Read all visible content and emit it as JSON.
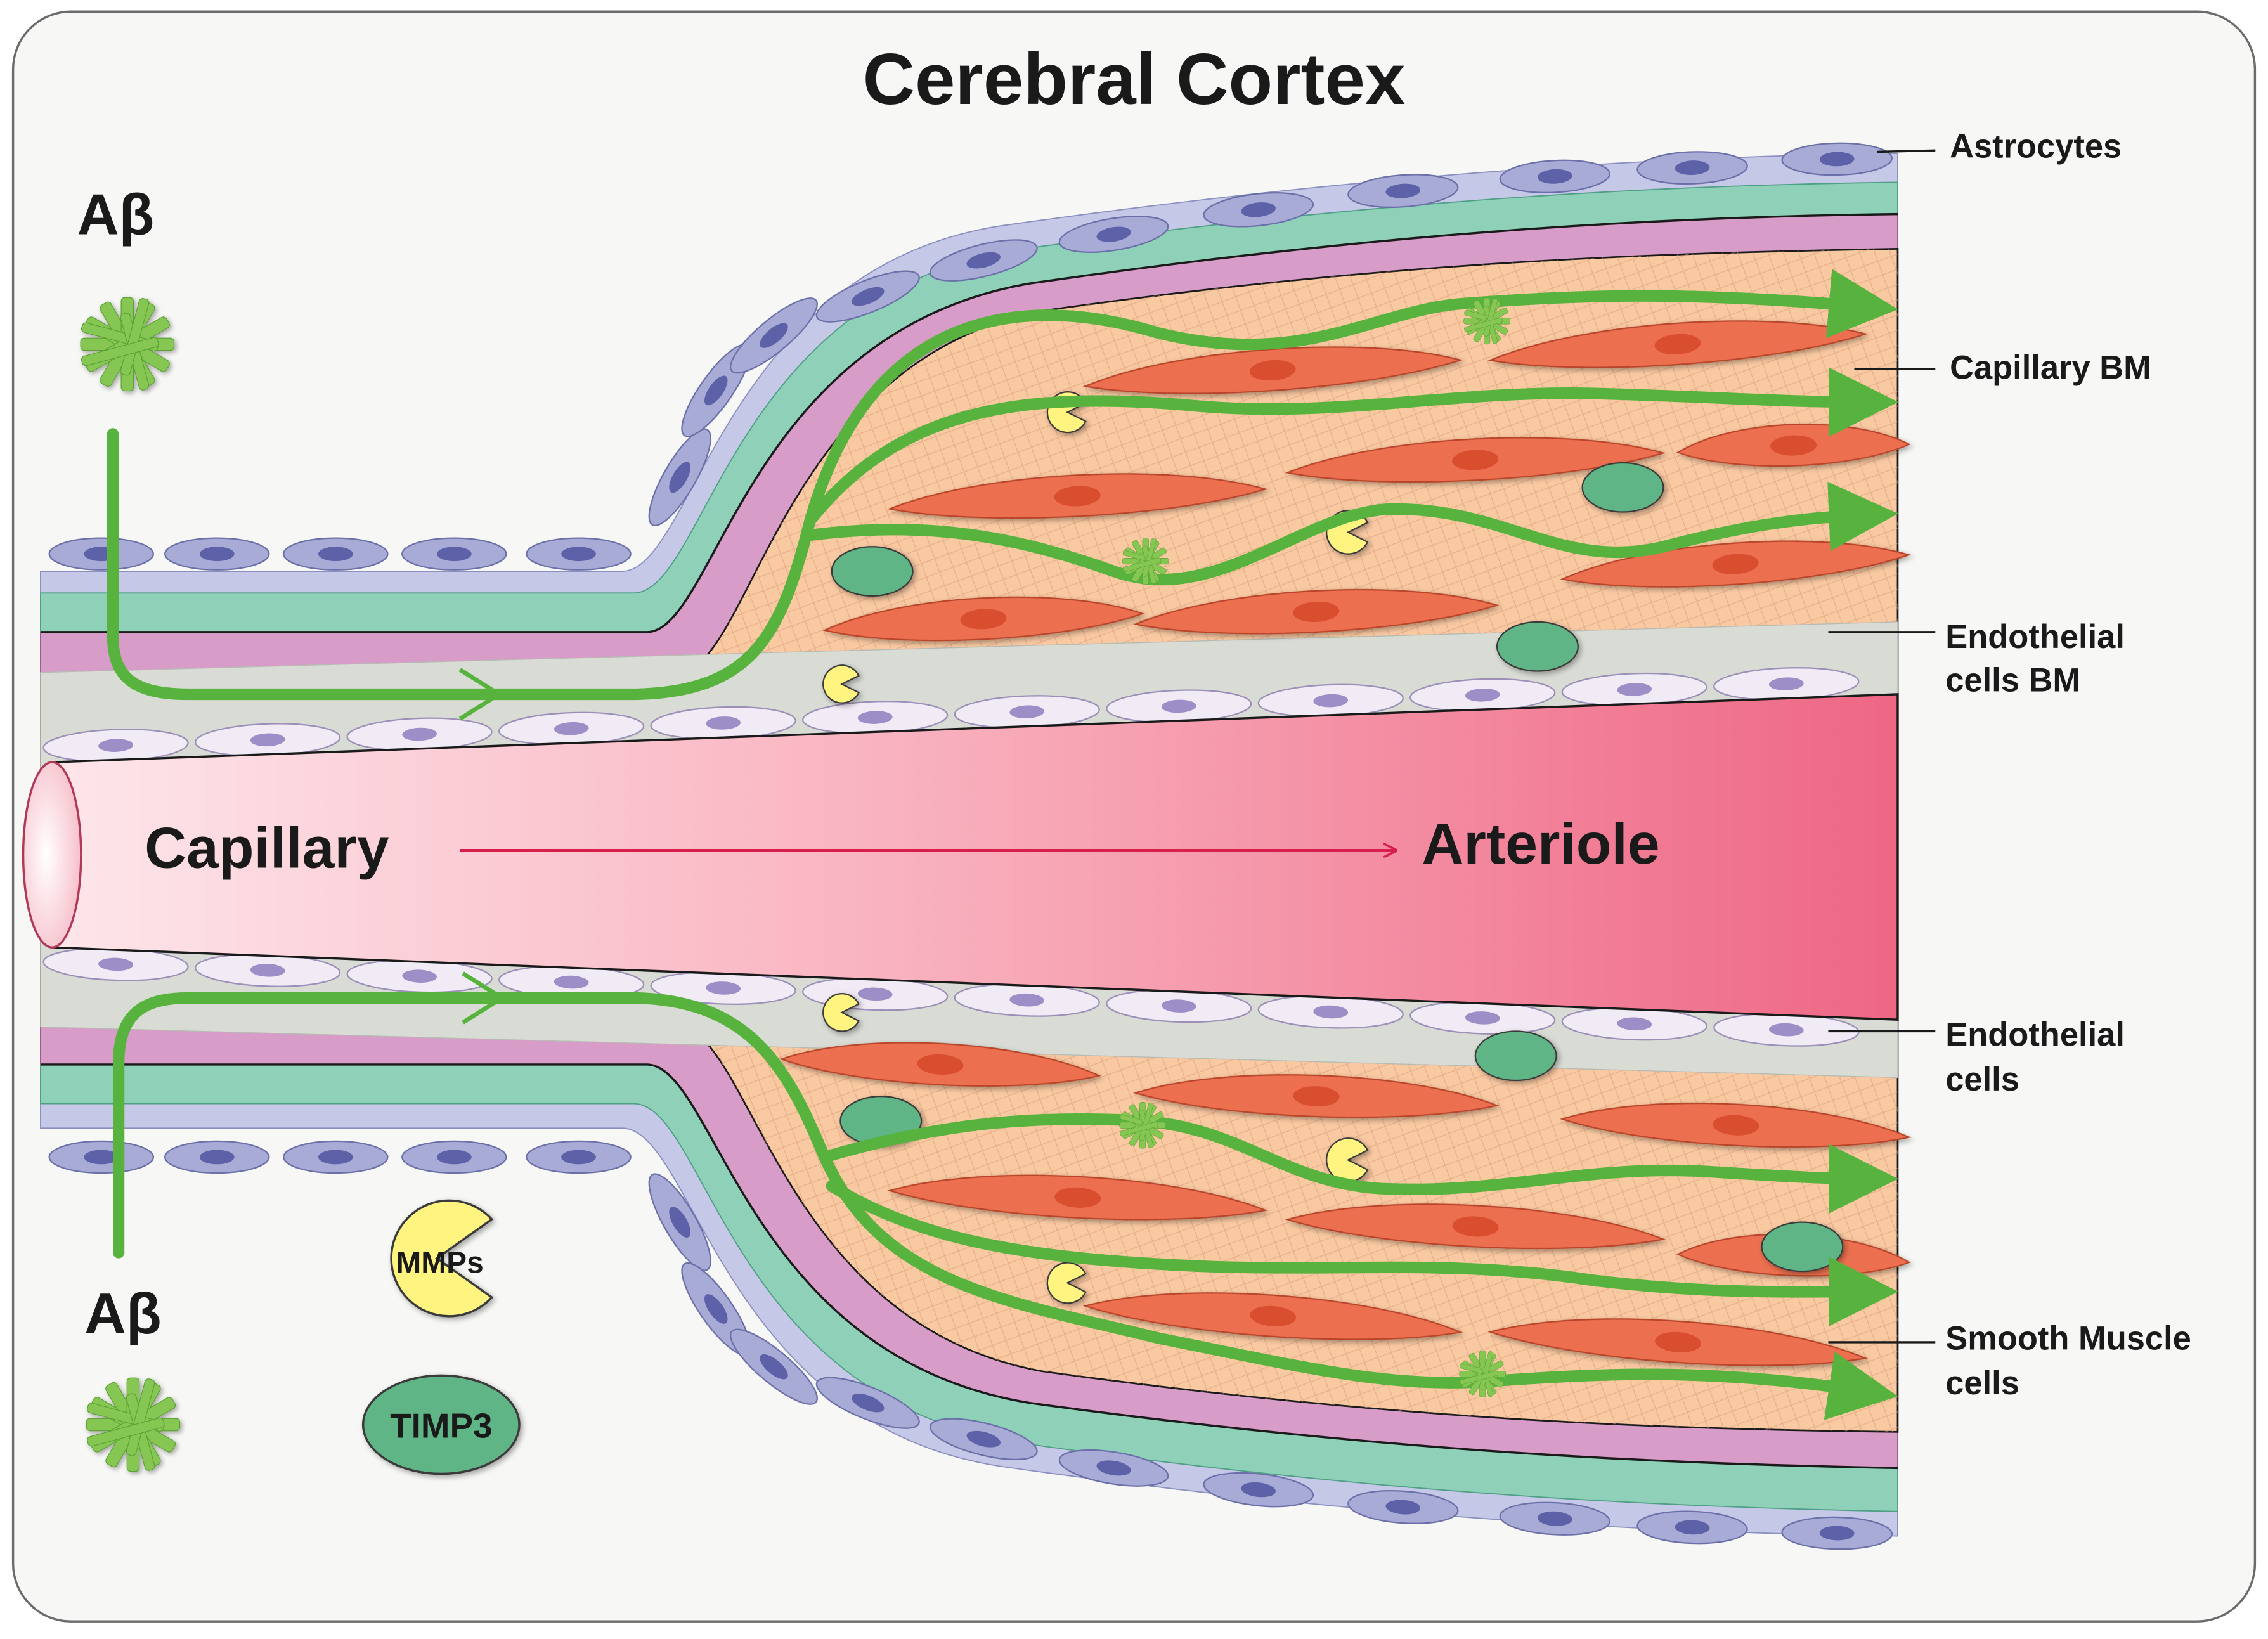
{
  "title": "Cerebral Cortex",
  "amyloid_label_top": "Aβ",
  "amyloid_label_bottom": "Aβ",
  "capillary_label": "Capillary",
  "arteriole_label": "Arteriole",
  "legend": {
    "mmps": "MMPs",
    "timp3": "TIMP3"
  },
  "layers": {
    "astrocytes": "Astrocytes",
    "capillary_bm": "Capillary BM",
    "endothelial_bm_line1": "Endothelial",
    "endothelial_bm_line2": "cells BM",
    "endothelial_line1": "Endothelial",
    "endothelial_line2": "cells",
    "smooth_muscle_line1": "Smooth Muscle",
    "smooth_muscle_line2": "cells"
  },
  "colors": {
    "background": "#f7f7f5",
    "frame": "#6b6b6b",
    "astrocyte_cell": "#a8abd6",
    "astrocyte_layer": "#c5c8e6",
    "teal_layer": "#8fd0b8",
    "pink_layer": "#d79cc8",
    "smooth_muscle_bg": "#f9c9a2",
    "smooth_muscle_cell": "#ec7050",
    "endothelial_bm": "#d9dcd5",
    "endothelial_cell": "#f1ebf6",
    "lumen_start": "#fde6ea",
    "lumen_end": "#ef6a87",
    "arrow_green": "#57b33e",
    "amyloid_green": "#7ec04a",
    "mmp_yellow": "#fff480",
    "timp3_green": "#5fb585",
    "flow_arrow": "#d81e4a"
  },
  "icons": [
    "amyloid-fibril-icon",
    "mmp-pacman-icon",
    "timp3-oval-icon",
    "clearance-arrow-icon"
  ]
}
